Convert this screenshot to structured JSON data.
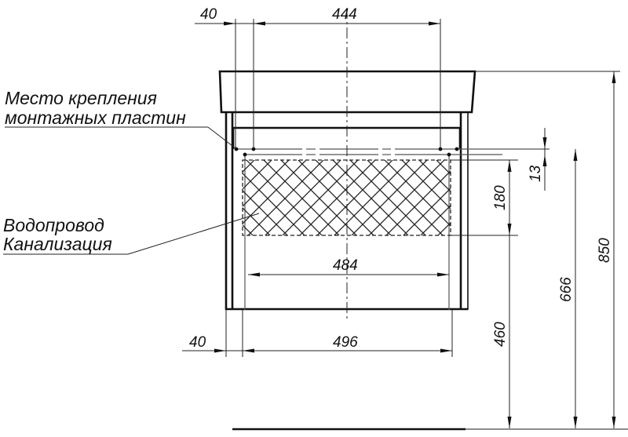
{
  "notes": {
    "mounting_plates_line1": "Место крепления",
    "mounting_plates_line2": "монтажных пластин",
    "plumbing_line1": "Водопровод",
    "plumbing_line2": "Канализация"
  },
  "dimensions": {
    "top_left_offset": "40",
    "top_plate_spacing": "444",
    "plumbing_zone_width": "484",
    "bottom_left_offset": "40",
    "cabinet_width": "496",
    "plumbing_zone_height": "180",
    "plate_offset": "13",
    "cabinet_bottom_height": "460",
    "plate_height": "666",
    "total_height": "850"
  },
  "colors": {
    "line": "#111111",
    "background": "#ffffff",
    "hatch": "#222222"
  }
}
